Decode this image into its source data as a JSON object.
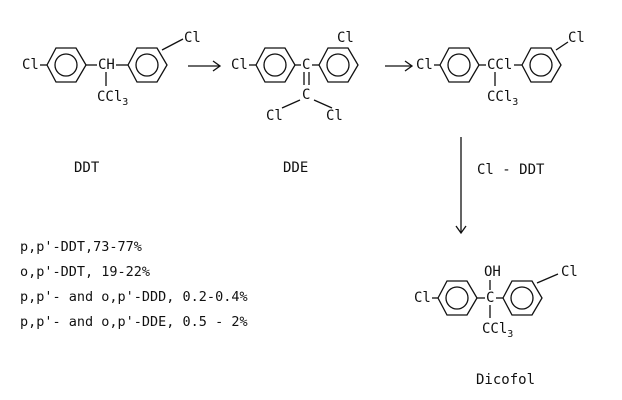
{
  "structures": {
    "ddt": {
      "name": "DDT",
      "left_cl": "Cl",
      "ch": "CH",
      "ccl3": "CCl",
      "ccl3_sub": "3",
      "ring_cl": "Cl"
    },
    "dde": {
      "name": "DDE",
      "left_cl": "Cl",
      "c_top": "C",
      "c_bottom": "C",
      "cl_left": "Cl",
      "cl_right": "Cl",
      "ring_cl": "Cl"
    },
    "cl_ddt": {
      "left_cl": "Cl",
      "ccl": "CCl",
      "ccl3": "CCl",
      "ccl3_sub": "3",
      "ring_cl": "Cl"
    },
    "dicofol": {
      "name": "Dicofol",
      "left_cl": "Cl",
      "oh": "OH",
      "c": "C",
      "ccl3": "CCl",
      "ccl3_sub": "3",
      "ring_cl": "Cl"
    }
  },
  "arrow_label": "Cl - DDT",
  "composition": [
    "p,p'-DDT,73-77%",
    "o,p'-DDT, 19-22%",
    "p,p'- and o,p'-DDD, 0.2-0.4%",
    "p,p'- and o,p'-DDE, 0.5 - 2%"
  ]
}
